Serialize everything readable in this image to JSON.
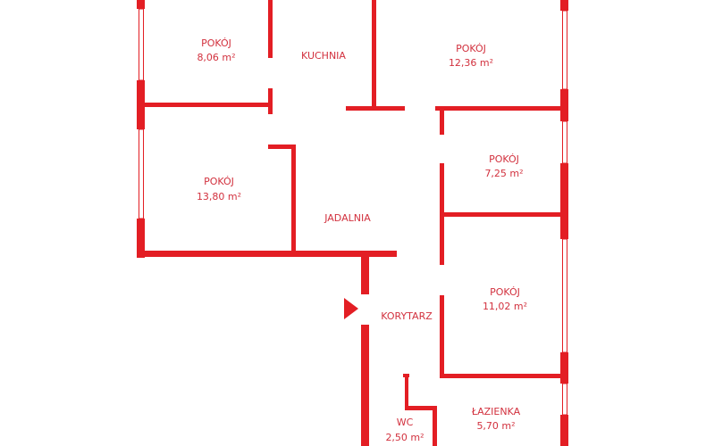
{
  "plan": {
    "wall_color": "#e31e24",
    "label_color": "#d2313e",
    "rooms": [
      {
        "name": "POKÓJ",
        "area": "8,06 m²"
      },
      {
        "name": "KUCHNIA"
      },
      {
        "name": "POKÓJ",
        "area": "12,36 m²"
      },
      {
        "name": "POKÓJ",
        "area": "13,80 m²"
      },
      {
        "name": "JADALNIA"
      },
      {
        "name": "POKÓJ",
        "area": "7,25 m²"
      },
      {
        "name": "KORYTARZ"
      },
      {
        "name": "POKÓJ",
        "area": "11,02 m²"
      },
      {
        "name": "ŁAZIENKA",
        "area": "5,70 m²"
      },
      {
        "name": "WC",
        "area": "2,50 m²"
      }
    ]
  }
}
